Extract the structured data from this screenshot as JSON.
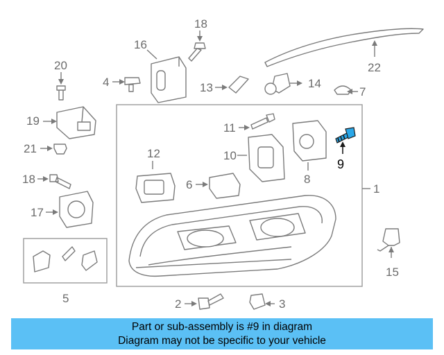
{
  "diagram": {
    "callouts": {
      "c1": "1",
      "c2": "2",
      "c3": "3",
      "c4": "4",
      "c5": "5",
      "c6": "6",
      "c7": "7",
      "c8": "8",
      "c9": "9",
      "c10": "10",
      "c11": "11",
      "c12": "12",
      "c13": "13",
      "c14": "14",
      "c15": "15",
      "c16": "16",
      "c17": "17",
      "c18a": "18",
      "c18b": "18",
      "c19": "19",
      "c20": "20",
      "c21": "21",
      "c22": "22"
    },
    "highlight_color": "#2aa7e8"
  },
  "banner": {
    "line1": "Part or sub-assembly is #9 in diagram",
    "line2": "Diagram may not be specific to your vehicle",
    "background": "#5bc0f5"
  }
}
